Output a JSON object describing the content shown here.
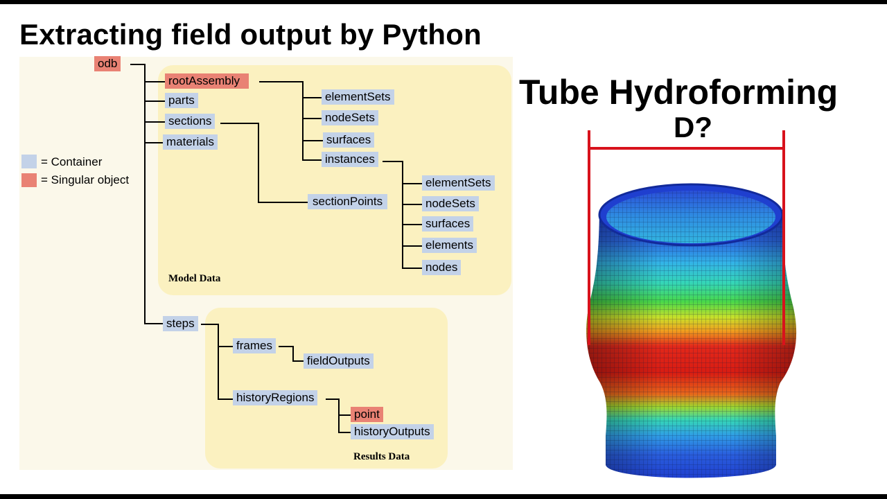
{
  "title": "Extracting field output by Python",
  "tube": {
    "title": "Tube Hydroforming",
    "dimension_label": "D?"
  },
  "legend": {
    "container": "= Container",
    "singular": "= Singular object",
    "container_color": "#c3d2e8",
    "singular_color": "#e98274"
  },
  "panels": {
    "model": "Model Data",
    "results": "Results Data"
  },
  "nodes": {
    "odb": "odb",
    "rootAssembly": "rootAssembly",
    "parts": "parts",
    "sections": "sections",
    "materials": "materials",
    "ra_elementSets": "elementSets",
    "ra_nodeSets": "nodeSets",
    "ra_surfaces": "surfaces",
    "instances": "instances",
    "sectionPoints": "sectionPoints",
    "in_elementSets": "elementSets",
    "in_nodeSets": "nodeSets",
    "in_surfaces": "surfaces",
    "elements": "elements",
    "nodes": "nodes",
    "steps": "steps",
    "frames": "frames",
    "fieldOutputs": "fieldOutputs",
    "historyRegions": "historyRegions",
    "point": "point",
    "historyOutputs": "historyOutputs"
  },
  "colors": {
    "contour_low": "#1e3fd6",
    "contour_mid": "#2fd84a",
    "contour_high": "#e11e10",
    "dimension_line": "#d8121c"
  }
}
